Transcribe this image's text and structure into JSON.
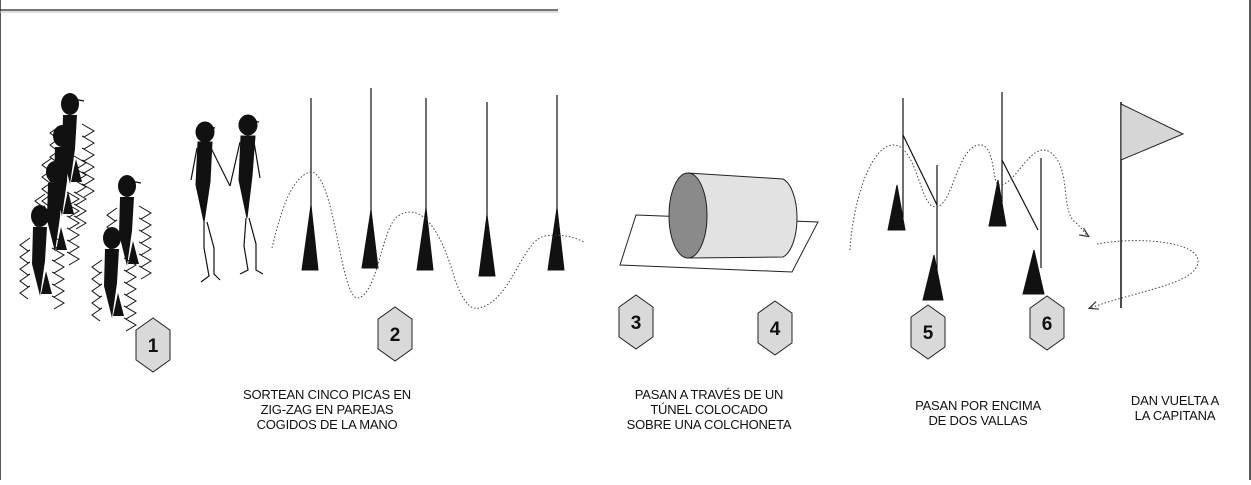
{
  "stations": [
    {
      "number": "1"
    },
    {
      "number": "2"
    },
    {
      "number": "3"
    },
    {
      "number": "4"
    },
    {
      "number": "5"
    },
    {
      "number": "6"
    }
  ],
  "captions": {
    "zigzag": "SORTEAN CINCO  PICAS EN\nZIG-ZAG EN PAREJAS\nCOGIDOS DE LA MANO",
    "tunnel": "PASAN A TRAVÉS DE UN\nTÚNEL COLOCADO\nSOBRE UNA COLCHONETA",
    "hurdles": "PASAN  POR ENCIMA\nDE DOS VALLAS",
    "flag": "DAN VUELTA A\nLA CAPITANA"
  },
  "colors": {
    "figure": "#111111",
    "badge_fill": "#d9d9d9",
    "tunnel_body": "#e2e2e2",
    "tunnel_mouth": "#8a8a8a",
    "flag": "#d6d6d6",
    "path": "#333333"
  }
}
